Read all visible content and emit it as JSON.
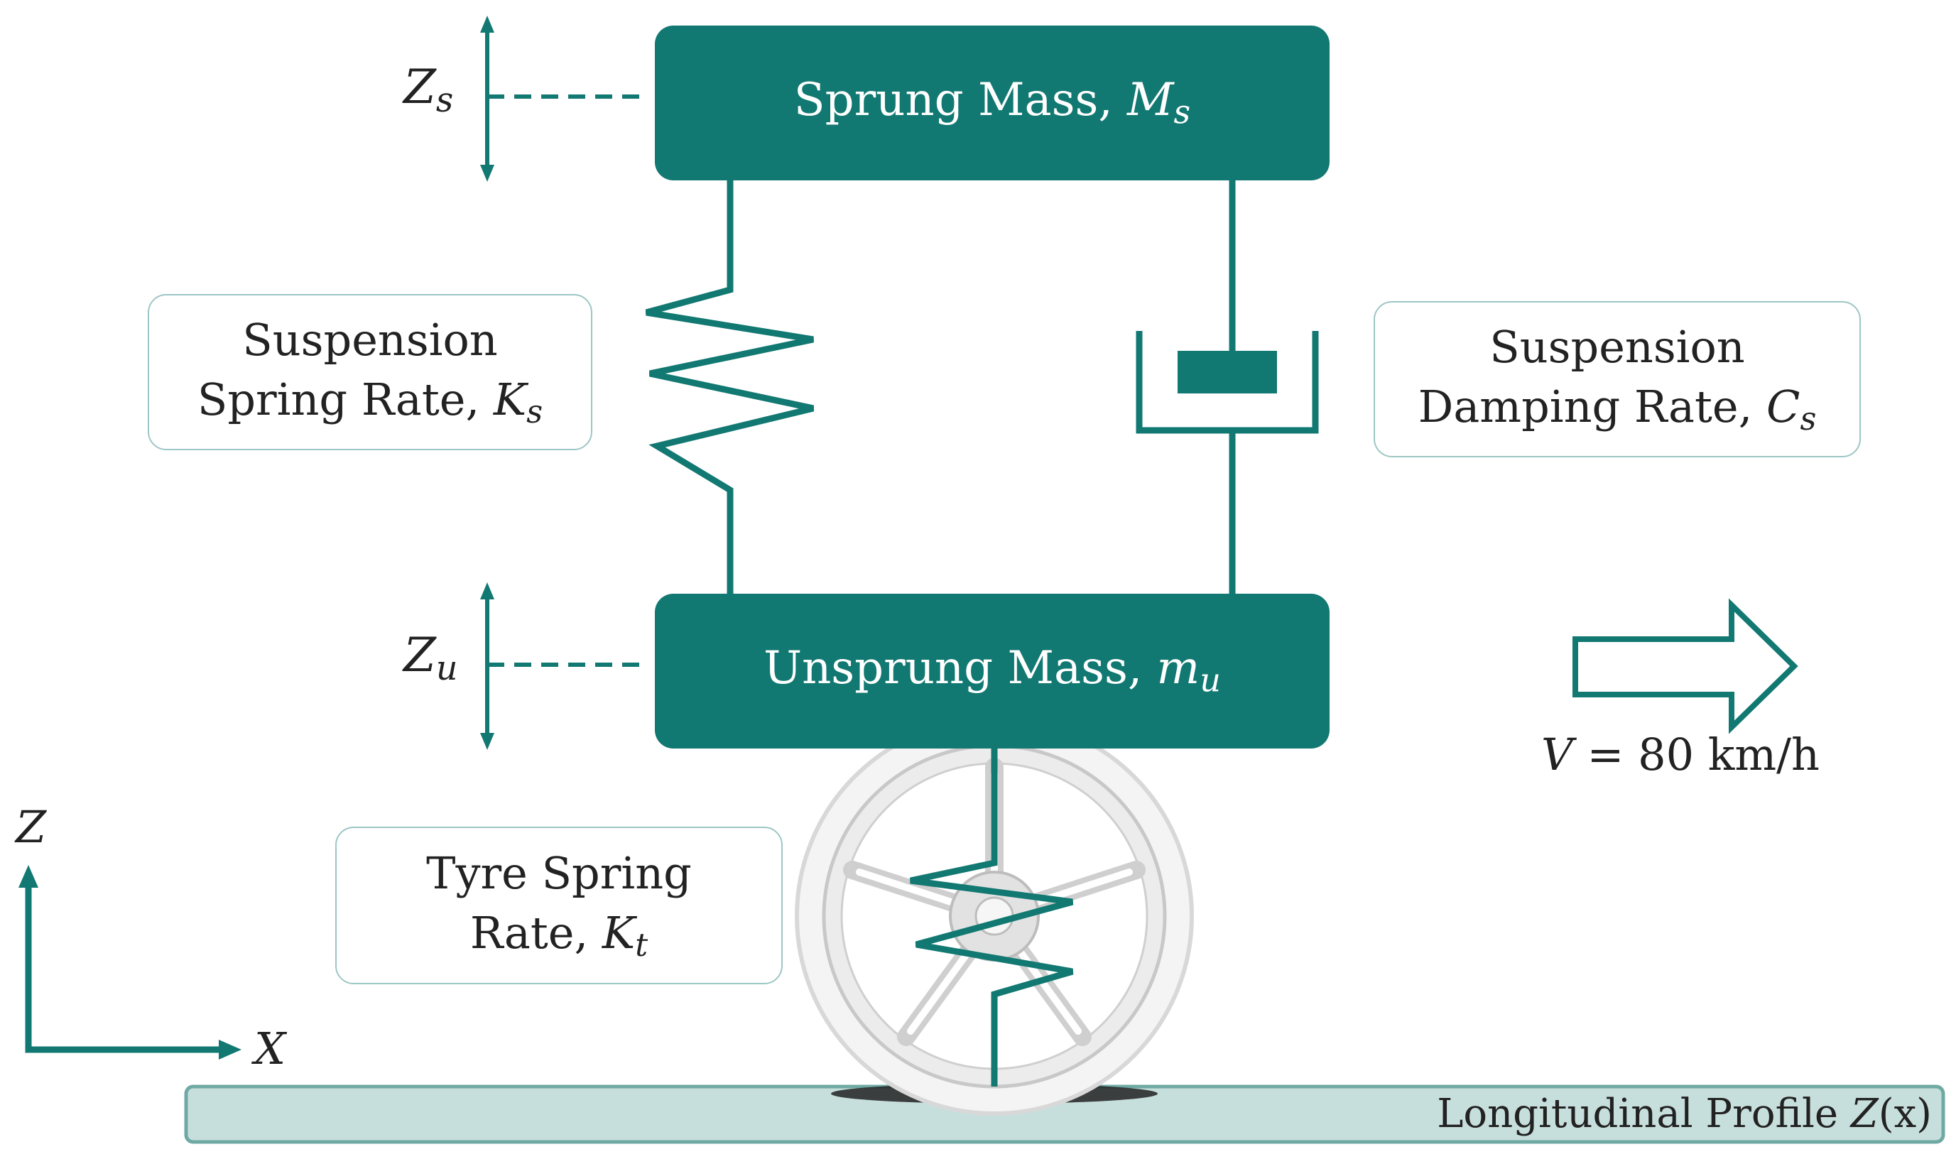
{
  "colors": {
    "teal": "#127872",
    "road_fill": "#c7dfdc",
    "road_border": "#6fa9a4",
    "callout_border": "#9cc7c4",
    "text": "#222222"
  },
  "icons": {
    "wheel": "alloy-wheel-icon",
    "velocity_arrow": "hollow-right-arrow-icon"
  },
  "sprung_mass": {
    "label": "Sprung Mass, ",
    "sym": "M",
    "sub": "s"
  },
  "unsprung_mass": {
    "label": "Unsprung Mass, ",
    "sym": "m",
    "sub": "u"
  },
  "zs": {
    "sym": "Z",
    "sub": "s"
  },
  "zu": {
    "sym": "Z",
    "sub": "u"
  },
  "susp_spring": {
    "line1": "Suspension",
    "line2": "Spring Rate, ",
    "sym": "K",
    "sub": "s"
  },
  "susp_damp": {
    "line1": "Suspension",
    "line2": "Damping Rate, ",
    "sym": "C",
    "sub": "s"
  },
  "tyre": {
    "line1": "Tyre Spring",
    "line2": "Rate, ",
    "sym": "K",
    "sub": "t"
  },
  "velocity": {
    "sym": "V",
    "text": " = 80 km/h"
  },
  "axes": {
    "z": "Z",
    "x": "X"
  },
  "road": {
    "label": "Longitudinal Profile ",
    "sym": "Z",
    "arg": "(x)"
  }
}
